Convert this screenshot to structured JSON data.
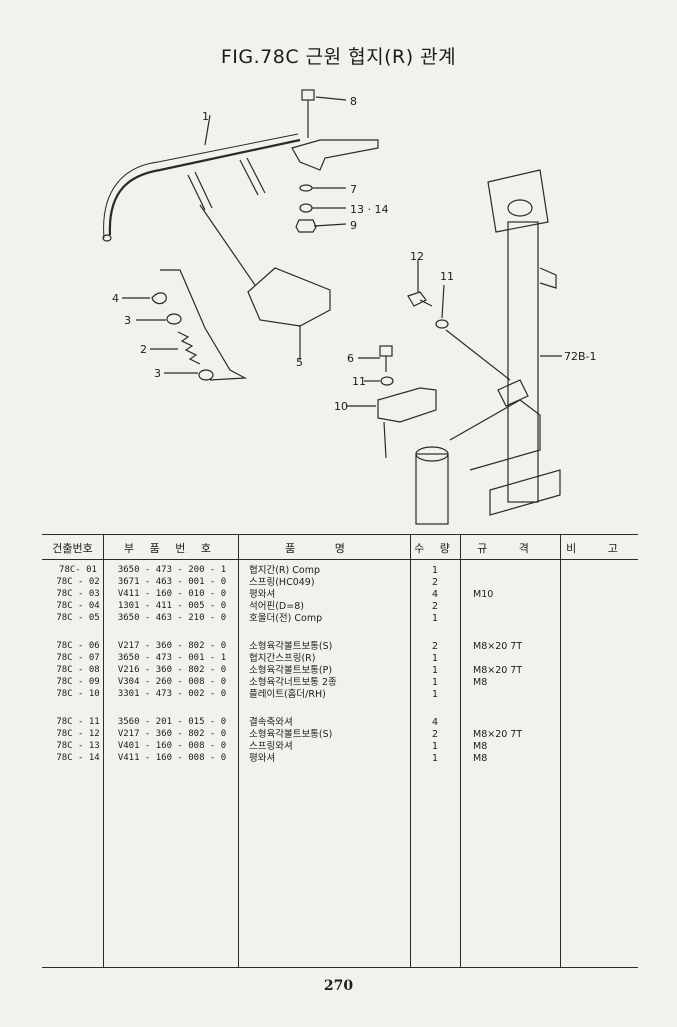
{
  "page": {
    "title": "FIG.78C 근원 협지(R) 관계",
    "page_number": "270"
  },
  "diagram": {
    "callouts": [
      "1",
      "8",
      "7",
      "13 · 14",
      "9",
      "12",
      "11",
      "4",
      "3",
      "2",
      "3",
      "5",
      "6",
      "11",
      "10",
      "72B-1"
    ]
  },
  "table": {
    "headers": [
      "건출번호",
      "부 품 번 호",
      "품 명",
      "수 량",
      "규 격",
      "비 고"
    ],
    "rows": [
      {
        "no": "78C- 01",
        "part": "3650 - 473 - 200 - 1",
        "name": "협지간(R) Comp",
        "qty": "1",
        "spec": "",
        "note": ""
      },
      {
        "no": "78C - 02",
        "part": "3671 - 463 - 001 - 0",
        "name": "스프링(HC049)",
        "qty": "2",
        "spec": "",
        "note": ""
      },
      {
        "no": "78C - 03",
        "part": "V411 - 160 - 010 - 0",
        "name": "평와셔",
        "qty": "4",
        "spec": "M10",
        "note": ""
      },
      {
        "no": "78C - 04",
        "part": "1301 - 411 - 005 - 0",
        "name": "석어핀(D=8)",
        "qty": "2",
        "spec": "",
        "note": ""
      },
      {
        "no": "78C - 05",
        "part": "3650 - 463 - 210 - 0",
        "name": "호울더(전) Comp",
        "qty": "1",
        "spec": "",
        "note": ""
      },
      {
        "no": "78C - 06",
        "part": "V217 - 360 - 802 - 0",
        "name": "소형육각볼트보통(S)",
        "qty": "2",
        "spec": "M8×20 7T",
        "note": ""
      },
      {
        "no": "78C - 07",
        "part": "3650 - 473 - 001 - 1",
        "name": "협지간스프링(R)",
        "qty": "1",
        "spec": "",
        "note": ""
      },
      {
        "no": "78C - 08",
        "part": "V216 - 360 - 802 - 0",
        "name": "소형육각볼트보통(P)",
        "qty": "1",
        "spec": "M8×20 7T",
        "note": ""
      },
      {
        "no": "78C - 09",
        "part": "V304 - 260 - 008 - 0",
        "name": "소형육각너트보통 2종",
        "qty": "1",
        "spec": "M8",
        "note": ""
      },
      {
        "no": "78C - 10",
        "part": "3301 - 473 - 002 - 0",
        "name": "플레이트(홈더/RH)",
        "qty": "1",
        "spec": "",
        "note": ""
      },
      {
        "no": "78C - 11",
        "part": "3560 - 201 - 015 - 0",
        "name": "결속축와셔",
        "qty": "4",
        "spec": "",
        "note": ""
      },
      {
        "no": "78C - 12",
        "part": "V217 - 360 - 802 - 0",
        "name": "소형육각볼트보통(S)",
        "qty": "2",
        "spec": "M8×20 7T",
        "note": ""
      },
      {
        "no": "78C - 13",
        "part": "V401 - 160 - 008 - 0",
        "name": "스프링와셔",
        "qty": "1",
        "spec": "M8",
        "note": ""
      },
      {
        "no": "78C - 14",
        "part": "V411 - 160 - 008 - 0",
        "name": "평와셔",
        "qty": "1",
        "spec": "M8",
        "note": ""
      }
    ]
  }
}
